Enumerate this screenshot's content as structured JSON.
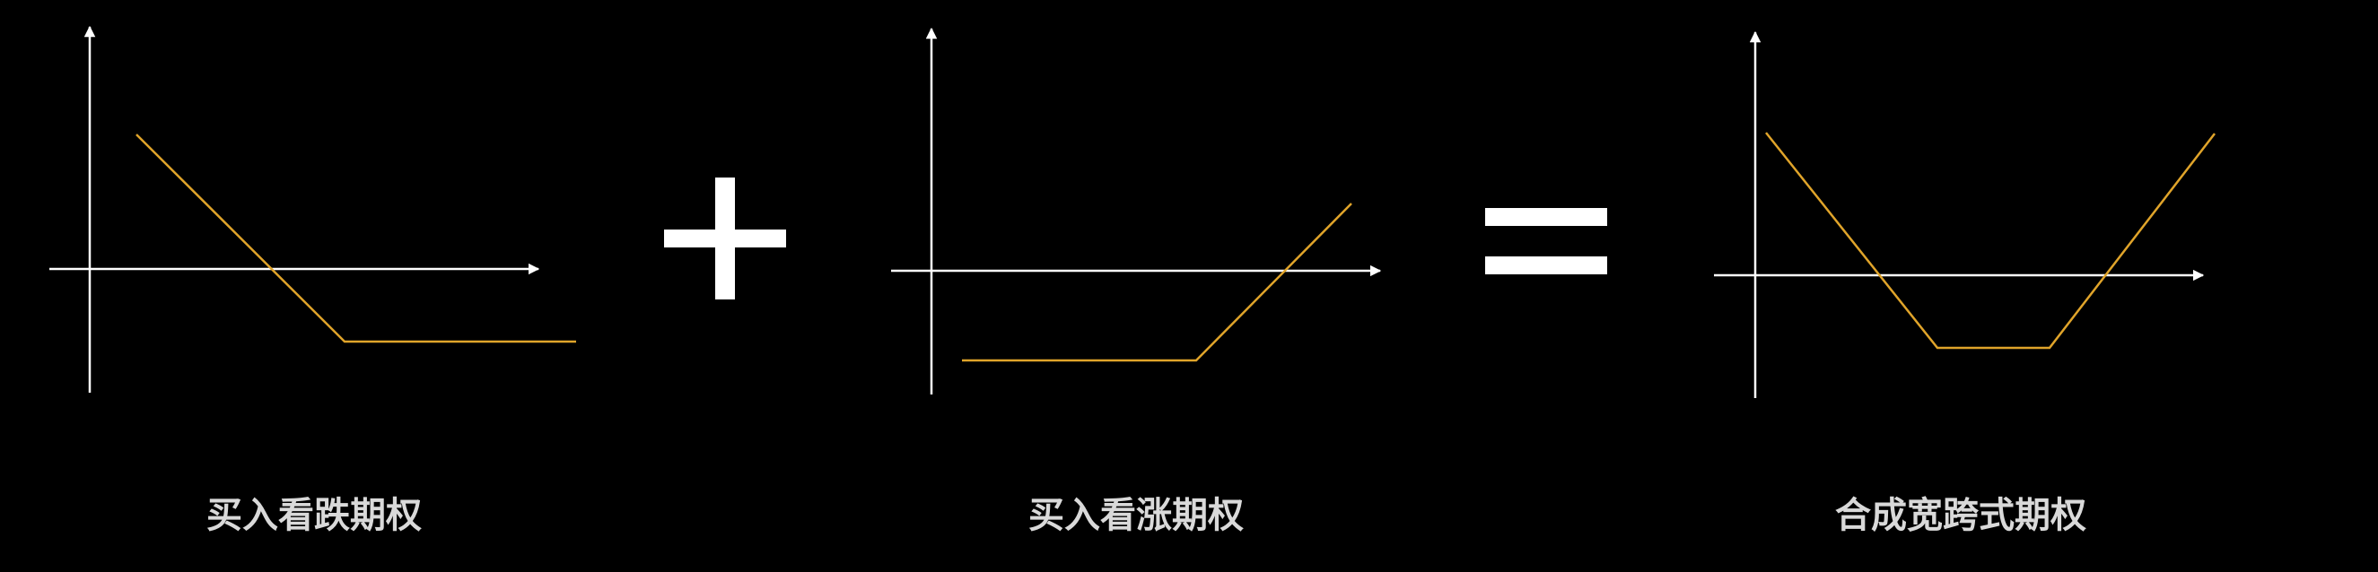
{
  "colors": {
    "background": "#000000",
    "axis": "#ffffff",
    "payoff": "#e0a42a",
    "operator": "#ffffff",
    "caption": "#d9d9d9"
  },
  "panels": [
    {
      "caption": "买入看跌期权",
      "payoff_shape": "long-put"
    },
    {
      "caption": "买入看涨期权",
      "payoff_shape": "long-call"
    },
    {
      "caption": "合成宽跨式期权",
      "payoff_shape": "long-strangle"
    }
  ],
  "operators": [
    "plus",
    "equals"
  ]
}
